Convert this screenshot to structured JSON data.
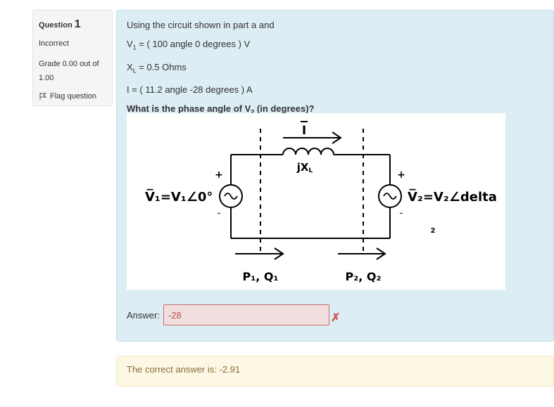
{
  "info": {
    "question_label": "Question",
    "question_number": "1",
    "state": "Incorrect",
    "grade": "Grade 0.00 out of 1.00",
    "flag_label": "Flag question"
  },
  "question": {
    "line1": "Using the circuit shown in part a and",
    "v1_pre": "V",
    "v1_sub": "1",
    "v1_post": " = ( 100 angle 0 degrees ) V",
    "xl_pre": "X",
    "xl_sub": "L",
    "xl_post": " = 0.5 Ohms",
    "current": "I = ( 11.2 angle -28 degrees ) A",
    "prompt_pre": "What is the phase angle of V",
    "prompt_sub": "2",
    "prompt_post": " (in degrees)?"
  },
  "circuit": {
    "current_label": "I",
    "reactance_label": "jX",
    "reactance_sub": "L",
    "v1_label": "V̅₁=V₁∠0°",
    "v2_label": "V̅₂=V₂∠delta",
    "stray_label": "2",
    "p1_label": "P₁, Q₁",
    "p2_label": "P₂, Q₂",
    "plus": "+",
    "minus": "-"
  },
  "answer": {
    "label": "Answer:",
    "value": "-28",
    "status_icon": "x-icon"
  },
  "feedback": {
    "text": "The correct answer is: -2.91"
  }
}
